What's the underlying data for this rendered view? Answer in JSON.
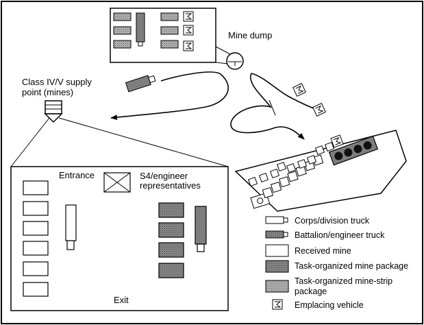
{
  "labels": {
    "mine_dump": "Mine dump",
    "supply_point_line1": "Class IV/V supply",
    "supply_point_line2": "point (mines)",
    "entrance": "Entrance",
    "exit": "Exit",
    "s4_line1": "S4/engineer",
    "s4_line2": "representatives"
  },
  "legend": [
    {
      "icon": "corps-division-truck-icon",
      "text": "Corps/division truck"
    },
    {
      "icon": "battalion-engineer-truck-icon",
      "text": "Battalion/engineer truck"
    },
    {
      "icon": "received-mine-icon",
      "text": "Received mine"
    },
    {
      "icon": "mine-package-icon",
      "text": "Task-organized mine package"
    },
    {
      "icon": "mine-strip-package-icon",
      "text": "Task-organized mine-strip",
      "text2": "package"
    },
    {
      "icon": "emplacing-vehicle-icon",
      "text": "Emplacing vehicle"
    }
  ],
  "colors": {
    "line": "#000000",
    "dark_fill": "#8c8c8c",
    "light_fill": "#bdbdbd",
    "background": "#ffffff"
  }
}
